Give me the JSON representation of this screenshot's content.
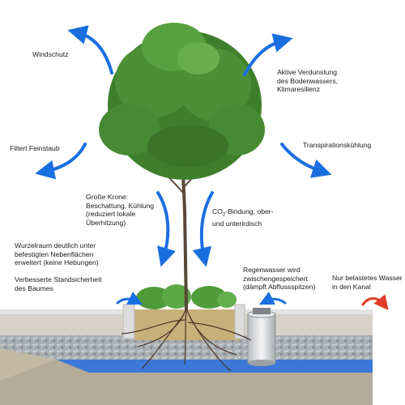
{
  "labels": {
    "windschutz": "Windschutz",
    "verdunstung": "Aktive Verdunstung\ndes Bodenwassers,\nKlimaresilienz",
    "feinstaub": "Filtert Feinstaub",
    "transpiration": "Transpirationskühlung",
    "krone": "Große Krone:\nBeschattung, Kühlung\n(reduziert lokale\nÜberhitzung)",
    "co2_prefix": "CO",
    "co2_sub": "2",
    "co2_rest": "-Bindung, ober-",
    "co2_line2": "und unterirdisch",
    "wurzelraum": "Wurzelraum deutlich unter\nbefestigten Nebenflächen\nerweitert (keine Hebungen)",
    "standsicherheit": "Verbesserte Standsicherheit\ndes Baumes",
    "regenwasser": "Regenwasser wird\nzwischengespeichert\n(dämpft Abflussspitzen)",
    "kanal": "Nur belastetes Wasser\nin den Kanal"
  },
  "colors": {
    "arrow_blue": "#1a6fe0",
    "arrow_red": "#e23b25",
    "foliage": "#3f7f2c",
    "soil": "#c8b07a",
    "water": "#3b78d8",
    "gravel": "#9aa0a6"
  }
}
